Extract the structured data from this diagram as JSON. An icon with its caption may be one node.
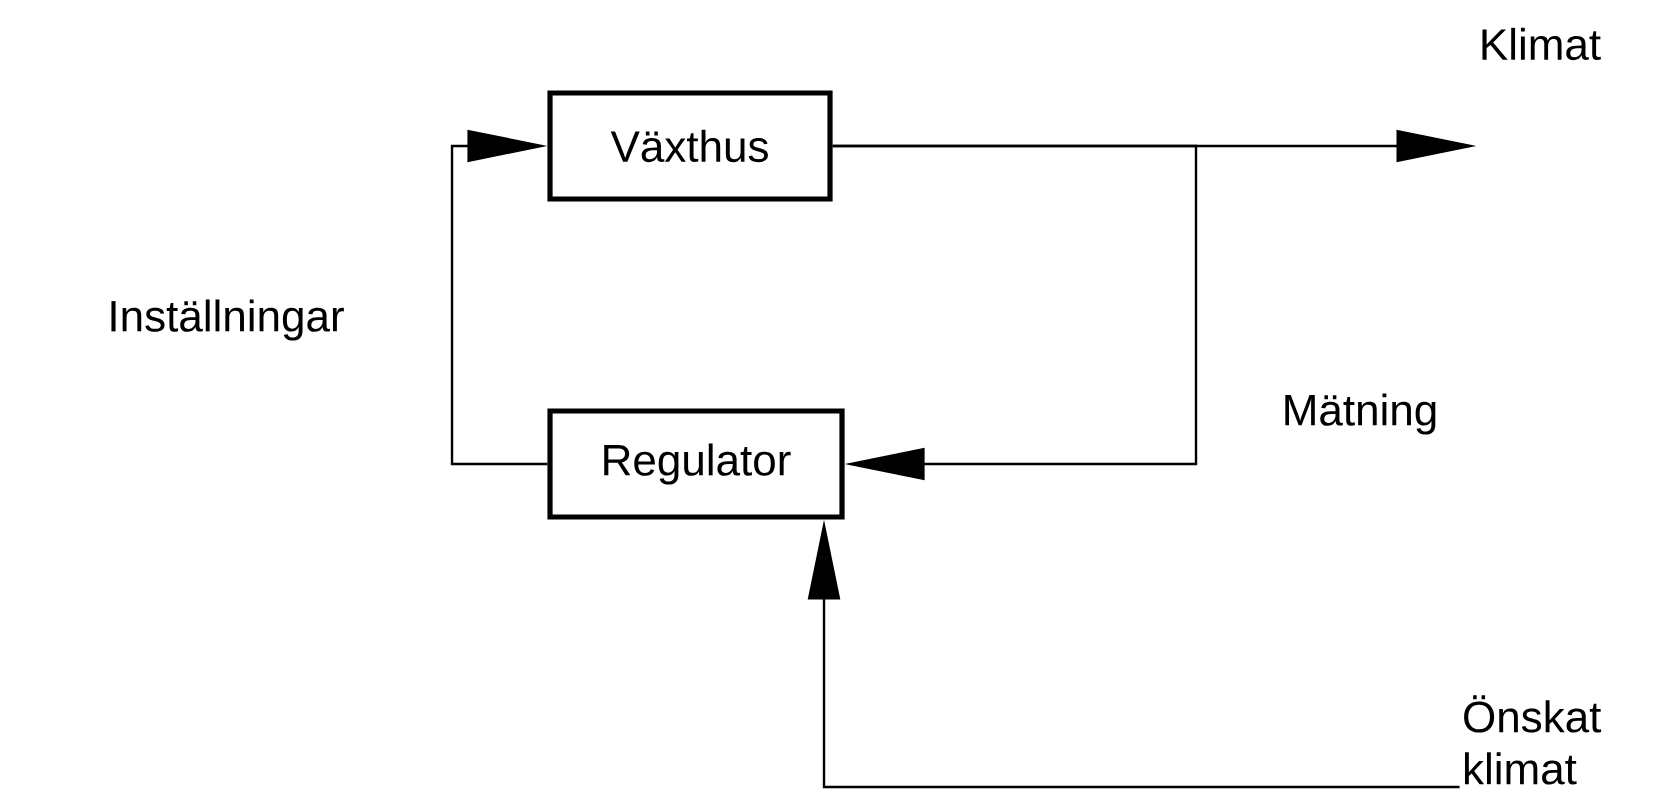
{
  "diagram": {
    "nodes": [
      {
        "text": [
          "Växthus"
        ]
      },
      {
        "text": [
          "Regulator"
        ]
      },
      {
        "text": [
          "Klimat"
        ]
      },
      {
        "text": [
          "Önskat klimat"
        ]
      }
    ],
    "edges": [
      {
        "from": 0,
        "to": 2,
        "arrow": "to"
      },
      {
        "from": 0,
        "to": 1,
        "arrow": "to",
        "label": "Mätning"
      },
      {
        "from": 1,
        "to": 0,
        "arrow": "to",
        "label": "Inställningar"
      },
      {
        "from": 3,
        "to": 1,
        "arrow": "to"
      }
    ]
  }
}
